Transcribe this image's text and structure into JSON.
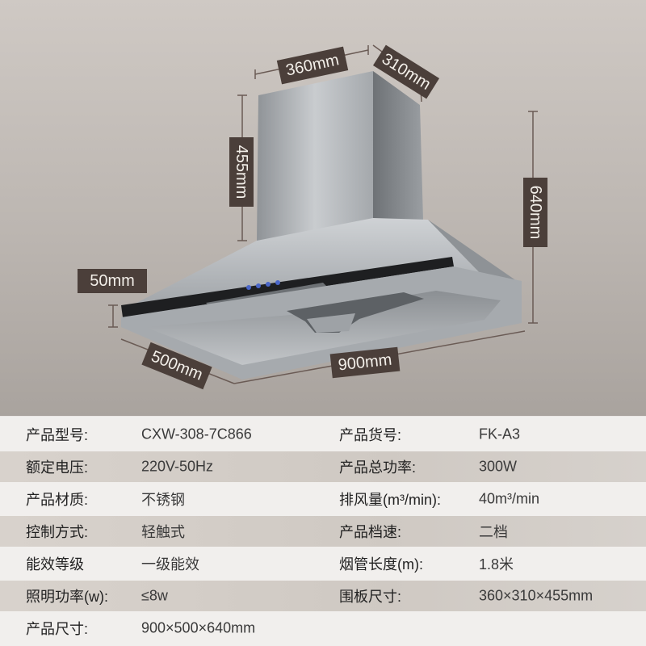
{
  "dimensions": {
    "width_top": "360mm",
    "depth_top": "310mm",
    "chimney_height": "455mm",
    "total_height": "640mm",
    "canopy_thickness": "50mm",
    "canopy_depth": "500mm",
    "canopy_width": "900mm"
  },
  "colors": {
    "background": "#c4beb9",
    "tag": "#4b3f3a",
    "steel": "#b9bcbf",
    "row_shade": "#d3cdc7"
  },
  "specs": [
    {
      "label1": "产品型号:",
      "value1": "CXW-308-7C866",
      "label2": "产品货号:",
      "value2": "FK-A3"
    },
    {
      "label1": "额定电压:",
      "value1": "220V-50Hz",
      "label2": "产品总功率:",
      "value2": "300W"
    },
    {
      "label1": "产品材质:",
      "value1": "不锈钢",
      "label2": "排风量(m³/min):",
      "value2": "40m³/min"
    },
    {
      "label1": "控制方式:",
      "value1": "轻触式",
      "label2": "产品档速:",
      "value2": "二档"
    },
    {
      "label1": "能效等级",
      "value1": "一级能效",
      "label2": "烟管长度(m):",
      "value2": "1.8米"
    },
    {
      "label1": "照明功率(w):",
      "value1": "≤8w",
      "label2": "围板尺寸:",
      "value2": "360×310×455mm"
    },
    {
      "label1": "产品尺寸:",
      "value1": "900×500×640mm",
      "label2": "",
      "value2": ""
    }
  ]
}
